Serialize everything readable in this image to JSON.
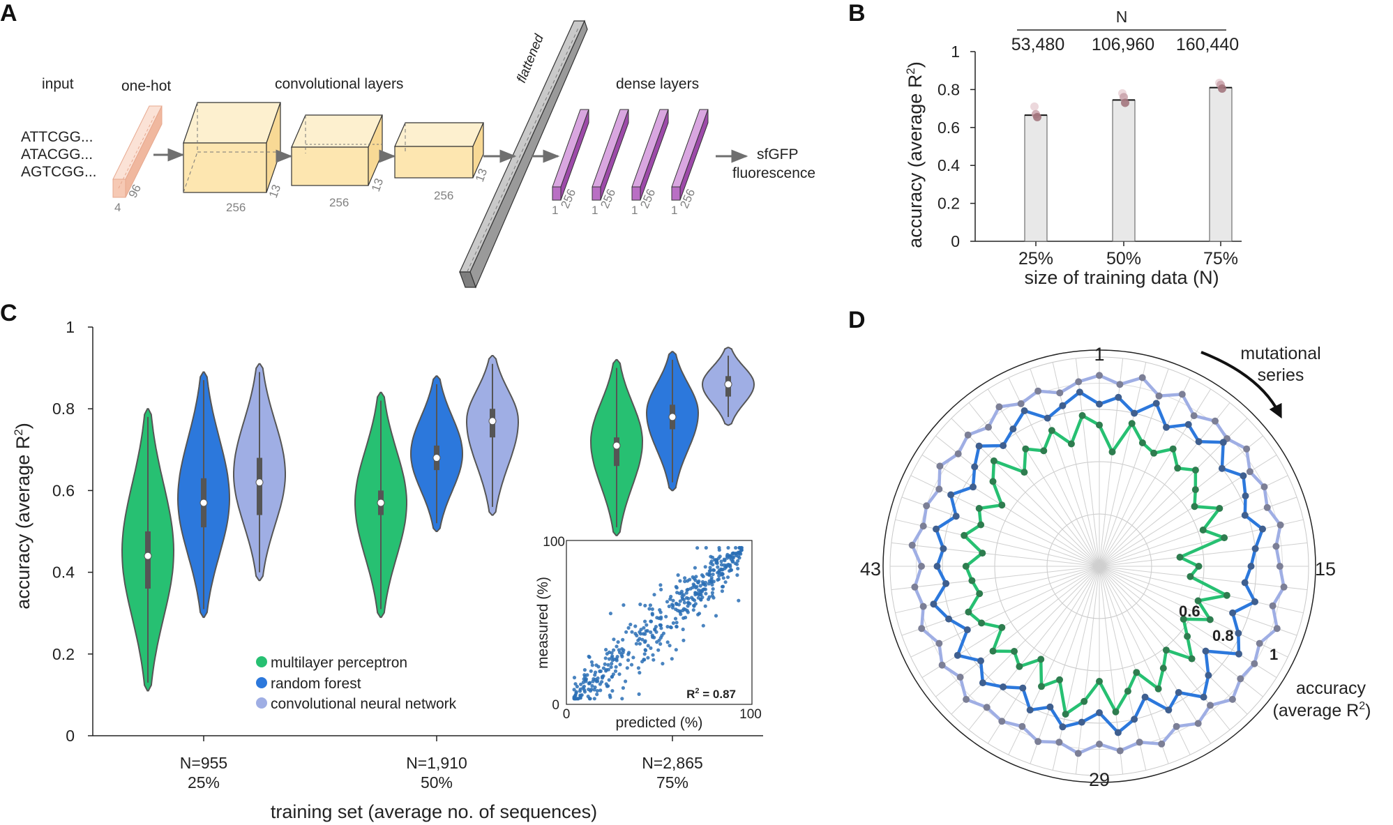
{
  "panel_labels": [
    "A",
    "B",
    "C",
    "D"
  ],
  "panel_a": {
    "input_label": "input",
    "sequences": [
      "ATTCGG...",
      "ATACGG...",
      "AGTCGG..."
    ],
    "onehot_label": "one-hot",
    "onehot_dims": [
      "4",
      "96"
    ],
    "conv_label": "convolutional layers",
    "conv_blocks": [
      {
        "width": "256",
        "depth": "13"
      },
      {
        "width": "256",
        "depth": "13"
      },
      {
        "width": "256",
        "depth": "13"
      }
    ],
    "flattened_label": "flattened",
    "dense_label": "dense layers",
    "dense_blocks": [
      {
        "a": "1",
        "b": "256"
      },
      {
        "a": "1",
        "b": "256"
      },
      {
        "a": "1",
        "b": "256"
      },
      {
        "a": "1",
        "b": "256"
      }
    ],
    "output_label_1": "sfGFP",
    "output_label_2": "fluorescence",
    "colors": {
      "onehot": "#f9d8c8",
      "conv": "#fde8b8",
      "flat": "#b3b3b3",
      "dense": "#b56fc0"
    }
  },
  "chart_data": [
    {
      "panel": "B",
      "type": "bar",
      "categories": [
        "25%",
        "50%",
        "75%"
      ],
      "values": [
        0.665,
        0.745,
        0.81
      ],
      "points": [
        [
          0.71,
          0.67,
          0.655
        ],
        [
          0.78,
          0.76,
          0.73
        ],
        [
          0.835,
          0.825,
          0.805
        ]
      ],
      "top_label": "N",
      "top_ticks": [
        "53,480",
        "106,960",
        "160,440"
      ],
      "xlabel": "size of training data (N)",
      "ylabel_text": "accuracy (average R",
      "ylabel_sup": "2",
      "ylabel_close": ")",
      "ylim": [
        0,
        1
      ],
      "yticks": [
        "0",
        "0.2",
        "0.4",
        "0.6",
        "0.8",
        "1"
      ],
      "bar_color": "#e8e8e8"
    },
    {
      "panel": "C",
      "type": "violin",
      "groups": [
        {
          "label_1": "N=955",
          "label_2": "25%"
        },
        {
          "label_1": "N=1,910",
          "label_2": "50%"
        },
        {
          "label_1": "N=2,865",
          "label_2": "75%"
        }
      ],
      "series": [
        {
          "name": "multilayer perceptron",
          "color": "#27c072",
          "violins": [
            {
              "min": 0.11,
              "max": 0.8,
              "median": 0.44,
              "q1": 0.36,
              "q3": 0.5,
              "mode": 0.45
            },
            {
              "min": 0.29,
              "max": 0.84,
              "median": 0.57,
              "q1": 0.54,
              "q3": 0.6,
              "mode": 0.57
            },
            {
              "min": 0.49,
              "max": 0.92,
              "median": 0.71,
              "q1": 0.66,
              "q3": 0.73,
              "mode": 0.72
            }
          ]
        },
        {
          "name": "random forest",
          "color": "#2c78dc",
          "violins": [
            {
              "min": 0.29,
              "max": 0.89,
              "median": 0.57,
              "q1": 0.51,
              "q3": 0.63,
              "mode": 0.58
            },
            {
              "min": 0.5,
              "max": 0.88,
              "median": 0.68,
              "q1": 0.65,
              "q3": 0.71,
              "mode": 0.69
            },
            {
              "min": 0.6,
              "max": 0.94,
              "median": 0.78,
              "q1": 0.75,
              "q3": 0.81,
              "mode": 0.79
            }
          ]
        },
        {
          "name": "convolutional neural network",
          "color": "#9faee4",
          "violins": [
            {
              "min": 0.38,
              "max": 0.91,
              "median": 0.62,
              "q1": 0.54,
              "q3": 0.68,
              "mode": 0.64
            },
            {
              "min": 0.54,
              "max": 0.93,
              "median": 0.77,
              "q1": 0.73,
              "q3": 0.8,
              "mode": 0.77
            },
            {
              "min": 0.76,
              "max": 0.95,
              "median": 0.86,
              "q1": 0.83,
              "q3": 0.88,
              "mode": 0.86
            }
          ]
        }
      ],
      "xlabel": "training set (average no. of sequences)",
      "ylabel_text": "accuracy (average R",
      "ylabel_sup": "2",
      "ylabel_close": ")",
      "ylim": [
        0,
        1
      ],
      "yticks": [
        "0",
        "0.2",
        "0.4",
        "0.6",
        "0.8",
        "1"
      ],
      "legend": "bottom-center"
    },
    {
      "panel": "C-inset",
      "type": "scatter",
      "xlabel": "predicted (%)",
      "ylabel": "measured (%)",
      "xlim": [
        0,
        100
      ],
      "ylim": [
        0,
        100
      ],
      "xticks": [
        "0",
        "100"
      ],
      "yticks": [
        "0",
        "100"
      ],
      "annotation_text": "R",
      "annotation_sup": "2",
      "annotation_value": " = 0.87",
      "r2": 0.87,
      "n_points": 450,
      "color": "#2a6fb5"
    },
    {
      "panel": "D",
      "type": "radar",
      "n_axes": 56,
      "axis_labels": [
        {
          "label": "1",
          "index": 0
        },
        {
          "label": "15",
          "index": 14
        },
        {
          "label": "29",
          "index": 28
        },
        {
          "label": "43",
          "index": 42
        }
      ],
      "rlim": [
        0.2,
        1
      ],
      "ring_labels": [
        "0.6",
        "0.8",
        "1"
      ],
      "title_1": "mutational",
      "title_2": "series",
      "r_label_1": "accuracy",
      "r_label_2_text": "(average R",
      "r_label_2_sup": "2",
      "r_label_2_close": ")",
      "series": [
        {
          "name": "convolutional neural network",
          "color": "#9faee4",
          "values": [
            0.93,
            0.9,
            0.94,
            0.89,
            0.93,
            0.88,
            0.91,
            0.89,
            0.92,
            0.88,
            0.9,
            0.88,
            0.91,
            0.88,
            0.89,
            0.91,
            0.88,
            0.92,
            0.88,
            0.9,
            0.89,
            0.92,
            0.88,
            0.91,
            0.88,
            0.92,
            0.89,
            0.91,
            0.88,
            0.92,
            0.89,
            0.91,
            0.88,
            0.9,
            0.89,
            0.92,
            0.88,
            0.91,
            0.88,
            0.92,
            0.89,
            0.91,
            0.88,
            0.92,
            0.89,
            0.9,
            0.88,
            0.92,
            0.89,
            0.91,
            0.88,
            0.92,
            0.89,
            0.91,
            0.88,
            0.91
          ]
        },
        {
          "name": "random forest",
          "color": "#2c78dc",
          "values": [
            0.82,
            0.85,
            0.8,
            0.86,
            0.79,
            0.84,
            0.81,
            0.87,
            0.8,
            0.85,
            0.82,
            0.79,
            0.84,
            0.8,
            0.78,
            0.76,
            0.81,
            0.74,
            0.79,
            0.83,
            0.72,
            0.79,
            0.84,
            0.77,
            0.81,
            0.73,
            0.8,
            0.84,
            0.76,
            0.8,
            0.83,
            0.77,
            0.81,
            0.75,
            0.79,
            0.83,
            0.78,
            0.84,
            0.76,
            0.81,
            0.85,
            0.79,
            0.82,
            0.8,
            0.84,
            0.78,
            0.83,
            0.77,
            0.81,
            0.85,
            0.79,
            0.82,
            0.86,
            0.8,
            0.83,
            0.87
          ]
        },
        {
          "name": "multilayer perceptron",
          "color": "#27c072",
          "values": [
            0.74,
            0.64,
            0.76,
            0.7,
            0.68,
            0.73,
            0.68,
            0.72,
            0.67,
            0.63,
            0.71,
            0.62,
            0.69,
            0.51,
            0.58,
            0.55,
            0.7,
            0.6,
            0.67,
            0.58,
            0.63,
            0.7,
            0.61,
            0.66,
            0.72,
            0.63,
            0.69,
            0.76,
            0.64,
            0.72,
            0.78,
            0.66,
            0.71,
            0.62,
            0.69,
            0.66,
            0.72,
            0.64,
            0.7,
            0.73,
            0.67,
            0.69,
            0.71,
            0.65,
            0.73,
            0.68,
            0.71,
            0.64,
            0.72,
            0.77,
            0.66,
            0.73,
            0.69,
            0.75,
            0.68,
            0.78
          ]
        }
      ]
    }
  ]
}
